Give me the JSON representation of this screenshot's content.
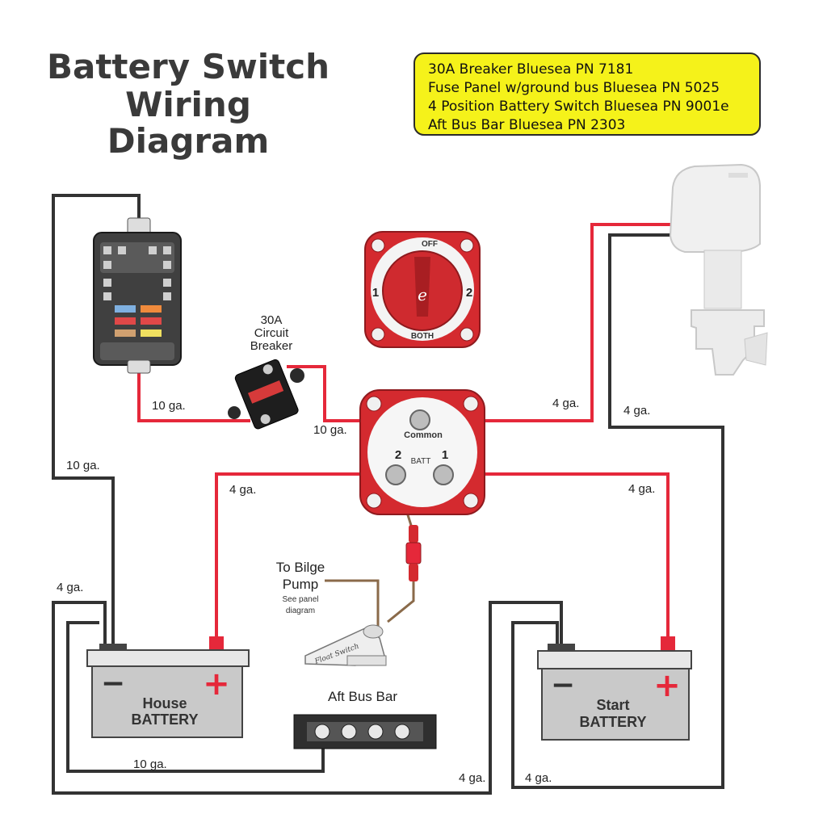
{
  "title": {
    "line1": "Battery Switch",
    "line2": "Wiring",
    "line3": "Diagram"
  },
  "parts_note": {
    "lines": [
      "30A Breaker  Bluesea PN 7181",
      "Fuse Panel w/ground bus  Bluesea PN 5025",
      "4 Position Battery Switch  Bluesea PN  9001e",
      "Aft Bus Bar  Bluesea PN  2303"
    ]
  },
  "circuit_breaker": {
    "line1": "30A",
    "line2": "Circuit",
    "line3": "Breaker"
  },
  "battery_switch": {
    "off": "OFF",
    "pos1": "1",
    "pos2": "2",
    "both": "BOTH",
    "logo": "e"
  },
  "common_switch": {
    "common": "Common",
    "batt": "BATT",
    "term2": "2",
    "term1": "1"
  },
  "bilge": {
    "line1": "To Bilge",
    "line2": "Pump",
    "sub1": "See panel",
    "sub2": "diagram",
    "float_switch": "Float Switch"
  },
  "bus_bar": {
    "label": "Aft Bus Bar"
  },
  "house_battery": {
    "line1": "House",
    "line2": "BATTERY",
    "plus": "+",
    "minus": "−"
  },
  "start_battery": {
    "line1": "Start",
    "line2": "BATTERY",
    "plus": "+",
    "minus": "−"
  },
  "gauges": {
    "fuse_to_breaker": "10 ga.",
    "breaker_to_common": "10 ga.",
    "common_to_motor": "4 ga.",
    "motor_ground": "4 ga.",
    "fuse_ground": "10 ga.",
    "term2_to_house": "4 ga.",
    "term1_to_start": "4 ga.",
    "house_negative": "4 ga.",
    "busbar_ground": "10 ga.",
    "house_neg_to_bus": "4 ga.",
    "start_negative": "4 ga."
  },
  "colors": {
    "positive": "#e5283a",
    "negative": "#333333",
    "note_bg": "#f5f21a",
    "switch_red": "#d42a2f"
  }
}
